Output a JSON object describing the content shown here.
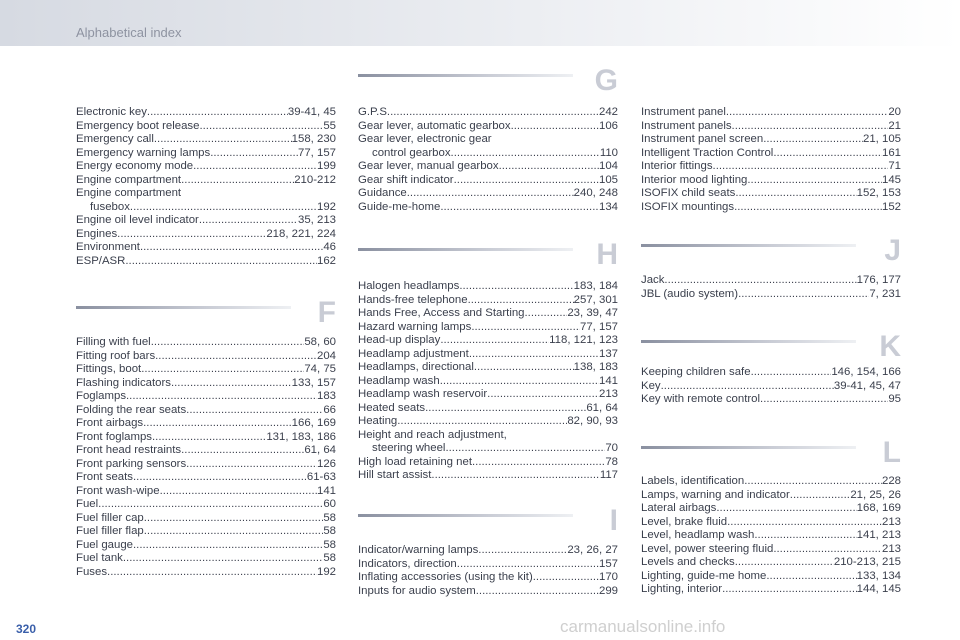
{
  "header": {
    "title": "Alphabetical index"
  },
  "page_number": "320",
  "watermark": "carmanualsonline.info",
  "col1_top": [
    {
      "name": "Electronic key",
      "pages": "39-41, 45"
    },
    {
      "name": "Emergency boot release",
      "pages": "55"
    },
    {
      "name": "Emergency call",
      "pages": "158, 230"
    },
    {
      "name": "Emergency warning lamps",
      "pages": "77, 157"
    },
    {
      "name": "Energy economy mode",
      "pages": "199"
    },
    {
      "name": "Engine compartment",
      "pages": "210-212"
    },
    {
      "name": "Engine compartment",
      "pages": "",
      "wrap": true
    },
    {
      "name": "fusebox",
      "pages": "192",
      "indent": true
    },
    {
      "name": "Engine oil level indicator",
      "pages": "35, 213"
    },
    {
      "name": "Engines",
      "pages": "218, 221, 224"
    },
    {
      "name": "Environment",
      "pages": "46"
    },
    {
      "name": "ESP/ASR",
      "pages": "162"
    }
  ],
  "letter_F": "F",
  "col1_F": [
    {
      "name": "Filling with fuel",
      "pages": "58, 60"
    },
    {
      "name": "Fitting roof bars",
      "pages": "204"
    },
    {
      "name": "Fittings, boot",
      "pages": "74, 75"
    },
    {
      "name": "Flashing indicators",
      "pages": "133, 157"
    },
    {
      "name": "Foglamps",
      "pages": "183"
    },
    {
      "name": "Folding the rear seats",
      "pages": "66"
    },
    {
      "name": "Front airbags",
      "pages": "166, 169"
    },
    {
      "name": "Front foglamps",
      "pages": "131, 183, 186"
    },
    {
      "name": "Front head restraints",
      "pages": "61, 64"
    },
    {
      "name": "Front parking sensors",
      "pages": "126"
    },
    {
      "name": "Front seats",
      "pages": "61-63"
    },
    {
      "name": "Front wash-wipe",
      "pages": "141"
    },
    {
      "name": "Fuel",
      "pages": "60"
    },
    {
      "name": "Fuel filler cap",
      "pages": "58"
    },
    {
      "name": "Fuel filler flap",
      "pages": "58"
    },
    {
      "name": "Fuel gauge",
      "pages": "58"
    },
    {
      "name": "Fuel tank",
      "pages": "58"
    },
    {
      "name": "Fuses",
      "pages": "192"
    }
  ],
  "letter_G": "G",
  "col2_G": [
    {
      "name": "G.P.S.",
      "pages": "242"
    },
    {
      "name": "Gear lever, automatic gearbox",
      "pages": "106"
    },
    {
      "name": "Gear lever, electronic gear",
      "pages": "",
      "wrap": true
    },
    {
      "name": "control gearbox",
      "pages": "110",
      "indent": true
    },
    {
      "name": "Gear lever, manual gearbox",
      "pages": "104"
    },
    {
      "name": "Gear shift indicator",
      "pages": "105"
    },
    {
      "name": "Guidance",
      "pages": "240, 248"
    },
    {
      "name": "Guide-me-home",
      "pages": "134"
    }
  ],
  "letter_H": "H",
  "col2_H": [
    {
      "name": "Halogen headlamps",
      "pages": "183, 184"
    },
    {
      "name": "Hands-free telephone",
      "pages": "257, 301"
    },
    {
      "name": "Hands Free, Access and Starting",
      "pages": "23, 39, 47"
    },
    {
      "name": "Hazard warning lamps",
      "pages": "77, 157"
    },
    {
      "name": "Head-up display",
      "pages": "118, 121, 123"
    },
    {
      "name": "Headlamp adjustment",
      "pages": "137"
    },
    {
      "name": "Headlamps, directional",
      "pages": "138, 183"
    },
    {
      "name": "Headlamp wash",
      "pages": "141"
    },
    {
      "name": "Headlamp wash reservoir",
      "pages": "213"
    },
    {
      "name": "Heated seats",
      "pages": "61, 64"
    },
    {
      "name": "Heating",
      "pages": "82, 90, 93"
    },
    {
      "name": "Height and reach adjustment,",
      "pages": "",
      "wrap": true
    },
    {
      "name": "steering wheel",
      "pages": "70",
      "indent": true
    },
    {
      "name": "High load retaining net",
      "pages": "78"
    },
    {
      "name": "Hill start assist",
      "pages": "117"
    }
  ],
  "letter_I": "I",
  "col2_I": [
    {
      "name": "Indicator/warning lamps",
      "pages": "23, 26, 27"
    },
    {
      "name": "Indicators, direction",
      "pages": "157"
    },
    {
      "name": "Inflating accessories (using the kit)",
      "pages": "170"
    },
    {
      "name": "Inputs for audio system",
      "pages": "299"
    }
  ],
  "col3_top": [
    {
      "name": "Instrument panel",
      "pages": "20"
    },
    {
      "name": "Instrument panels",
      "pages": "21"
    },
    {
      "name": "Instrument panel screen",
      "pages": "21, 105"
    },
    {
      "name": "Intelligent Traction Control",
      "pages": "161"
    },
    {
      "name": "Interior fittings",
      "pages": "71"
    },
    {
      "name": "Interior mood lighting",
      "pages": "145"
    },
    {
      "name": "ISOFIX child seats",
      "pages": "152, 153"
    },
    {
      "name": "ISOFIX mountings",
      "pages": "152"
    }
  ],
  "letter_J": "J",
  "col3_J": [
    {
      "name": "Jack",
      "pages": "176, 177"
    },
    {
      "name": "JBL (audio system)",
      "pages": "7, 231"
    }
  ],
  "letter_K": "K",
  "col3_K": [
    {
      "name": "Keeping children safe",
      "pages": "146, 154, 166"
    },
    {
      "name": "Key",
      "pages": "39-41, 45, 47"
    },
    {
      "name": "Key with remote control",
      "pages": "95"
    }
  ],
  "letter_L": "L",
  "col3_L": [
    {
      "name": "Labels, identification",
      "pages": "228"
    },
    {
      "name": "Lamps, warning and indicator",
      "pages": "21, 25, 26"
    },
    {
      "name": "Lateral airbags",
      "pages": "168, 169"
    },
    {
      "name": "Level, brake fluid",
      "pages": "213"
    },
    {
      "name": "Level, headlamp wash",
      "pages": "141, 213"
    },
    {
      "name": "Level, power steering fluid",
      "pages": "213"
    },
    {
      "name": "Levels and checks",
      "pages": "210-213, 215"
    },
    {
      "name": "Lighting, guide-me home",
      "pages": "133, 134"
    },
    {
      "name": "Lighting, interior",
      "pages": "144, 145"
    }
  ]
}
